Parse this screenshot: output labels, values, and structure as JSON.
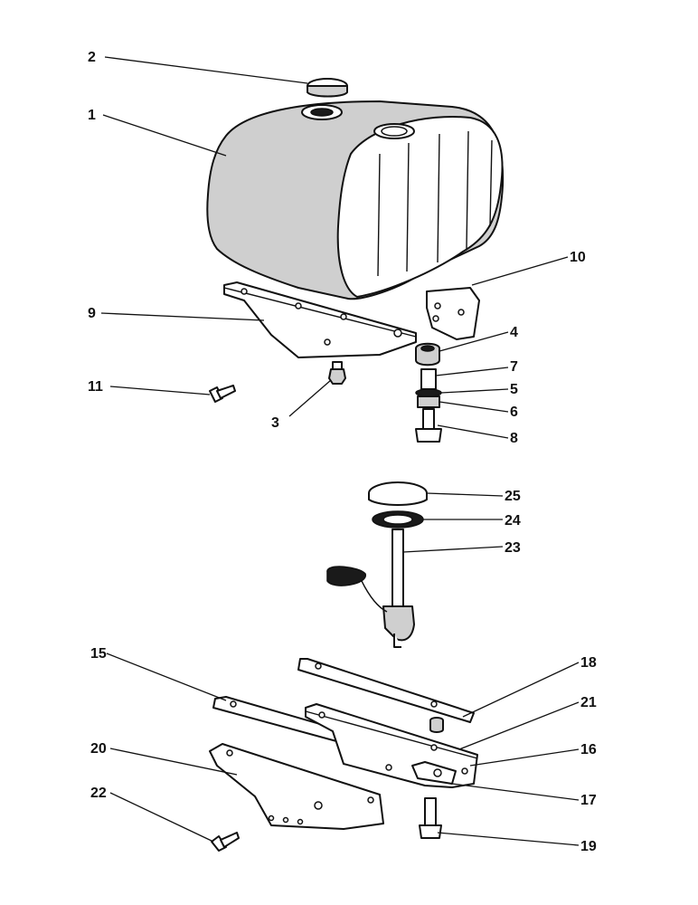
{
  "callouts": [
    {
      "id": "1",
      "label": "1"
    },
    {
      "id": "2",
      "label": "2"
    },
    {
      "id": "3",
      "label": "3"
    },
    {
      "id": "4",
      "label": "4"
    },
    {
      "id": "5",
      "label": "5"
    },
    {
      "id": "6",
      "label": "6"
    },
    {
      "id": "7",
      "label": "7"
    },
    {
      "id": "8",
      "label": "8"
    },
    {
      "id": "9",
      "label": "9"
    },
    {
      "id": "10",
      "label": "10"
    },
    {
      "id": "11",
      "label": "11"
    },
    {
      "id": "15",
      "label": "15"
    },
    {
      "id": "16",
      "label": "16"
    },
    {
      "id": "17",
      "label": "17"
    },
    {
      "id": "18",
      "label": "18"
    },
    {
      "id": "19",
      "label": "19"
    },
    {
      "id": "20",
      "label": "20"
    },
    {
      "id": "21",
      "label": "21"
    },
    {
      "id": "22",
      "label": "22"
    },
    {
      "id": "23",
      "label": "23"
    },
    {
      "id": "24",
      "label": "24"
    },
    {
      "id": "25",
      "label": "25"
    }
  ]
}
